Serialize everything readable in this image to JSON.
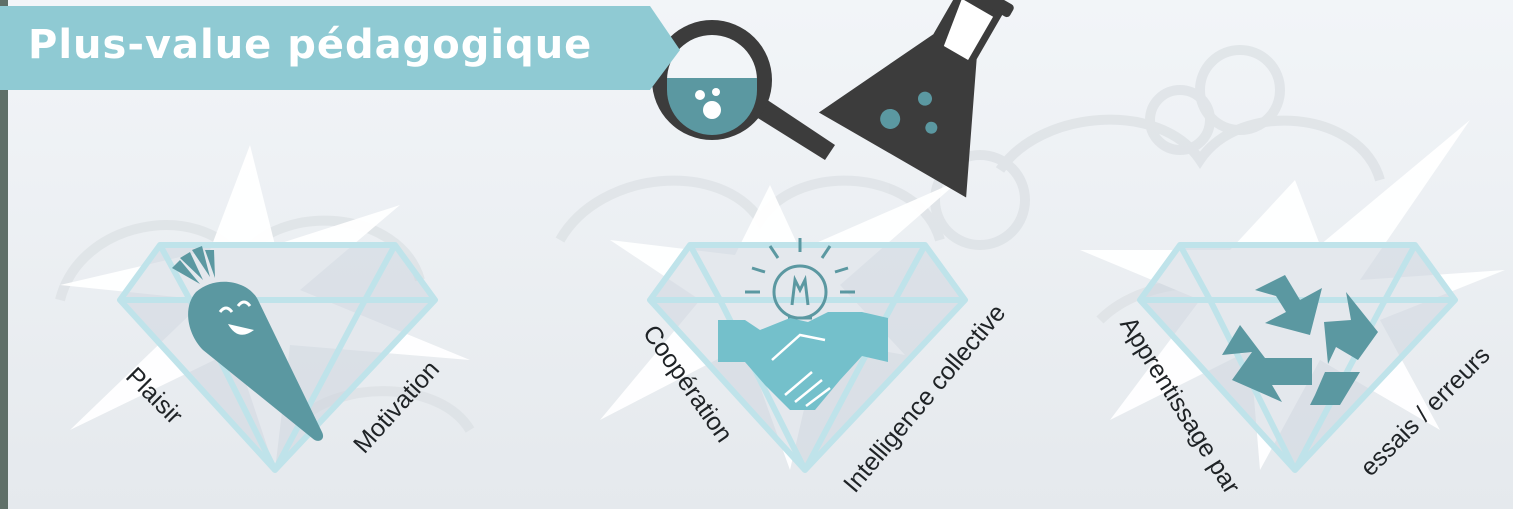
{
  "header": {
    "title": "Plus-value pédagogique"
  },
  "badges": [
    {
      "icon": "carrot-icon",
      "labels": [
        "Plaisir",
        "Motivation"
      ]
    },
    {
      "icon": "lightbulb-handshake-icon",
      "labels": [
        "Coopération",
        "Intelligence collective"
      ]
    },
    {
      "icon": "recycle-icon",
      "labels": [
        "Apprentissage par",
        "essais / erreurs"
      ]
    }
  ],
  "decor_icons": [
    "magnifier-icon",
    "flask-icon"
  ],
  "colors": {
    "accent": "#6fb5c0",
    "icon_teal": "#5b98a1",
    "dark_icon": "#3c3c3c",
    "background": "#eef1f4"
  }
}
